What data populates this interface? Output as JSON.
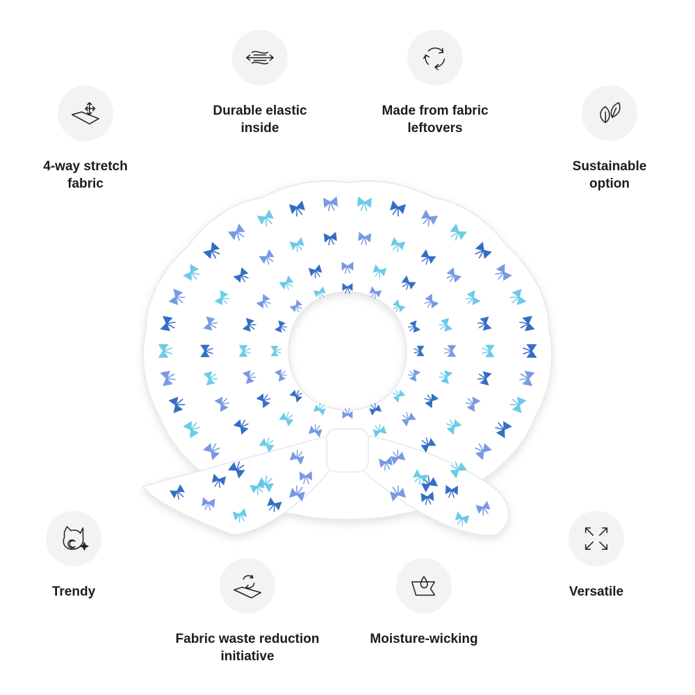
{
  "features": [
    {
      "id": "stretch",
      "icon": "stretch-fabric-icon",
      "label": "4-way stretch\nfabric"
    },
    {
      "id": "elastic",
      "icon": "elastic-arrows-icon",
      "label": "Durable elastic\ninside"
    },
    {
      "id": "leftovers",
      "icon": "recycle-arrows-icon",
      "label": "Made from fabric\nleftovers"
    },
    {
      "id": "sustainable",
      "icon": "leaves-icon",
      "label": "Sustainable\noption"
    },
    {
      "id": "trendy",
      "icon": "cat-sparkle-icon",
      "label": "Trendy"
    },
    {
      "id": "waste",
      "icon": "fabric-recycle-icon",
      "label": "Fabric waste reduction\ninitiative"
    },
    {
      "id": "moisture",
      "icon": "water-drop-fabric-icon",
      "label": "Moisture-wicking"
    },
    {
      "id": "versatile",
      "icon": "expand-arrows-icon",
      "label": "Versatile"
    }
  ],
  "colors": {
    "icon_bg": "#f3f3f3",
    "text": "#1c1c1c",
    "bow_dark": "#1f5fbf",
    "bow_mid": "#6b8fe0",
    "bow_light": "#5cc6e6",
    "fabric": "#ffffff"
  }
}
